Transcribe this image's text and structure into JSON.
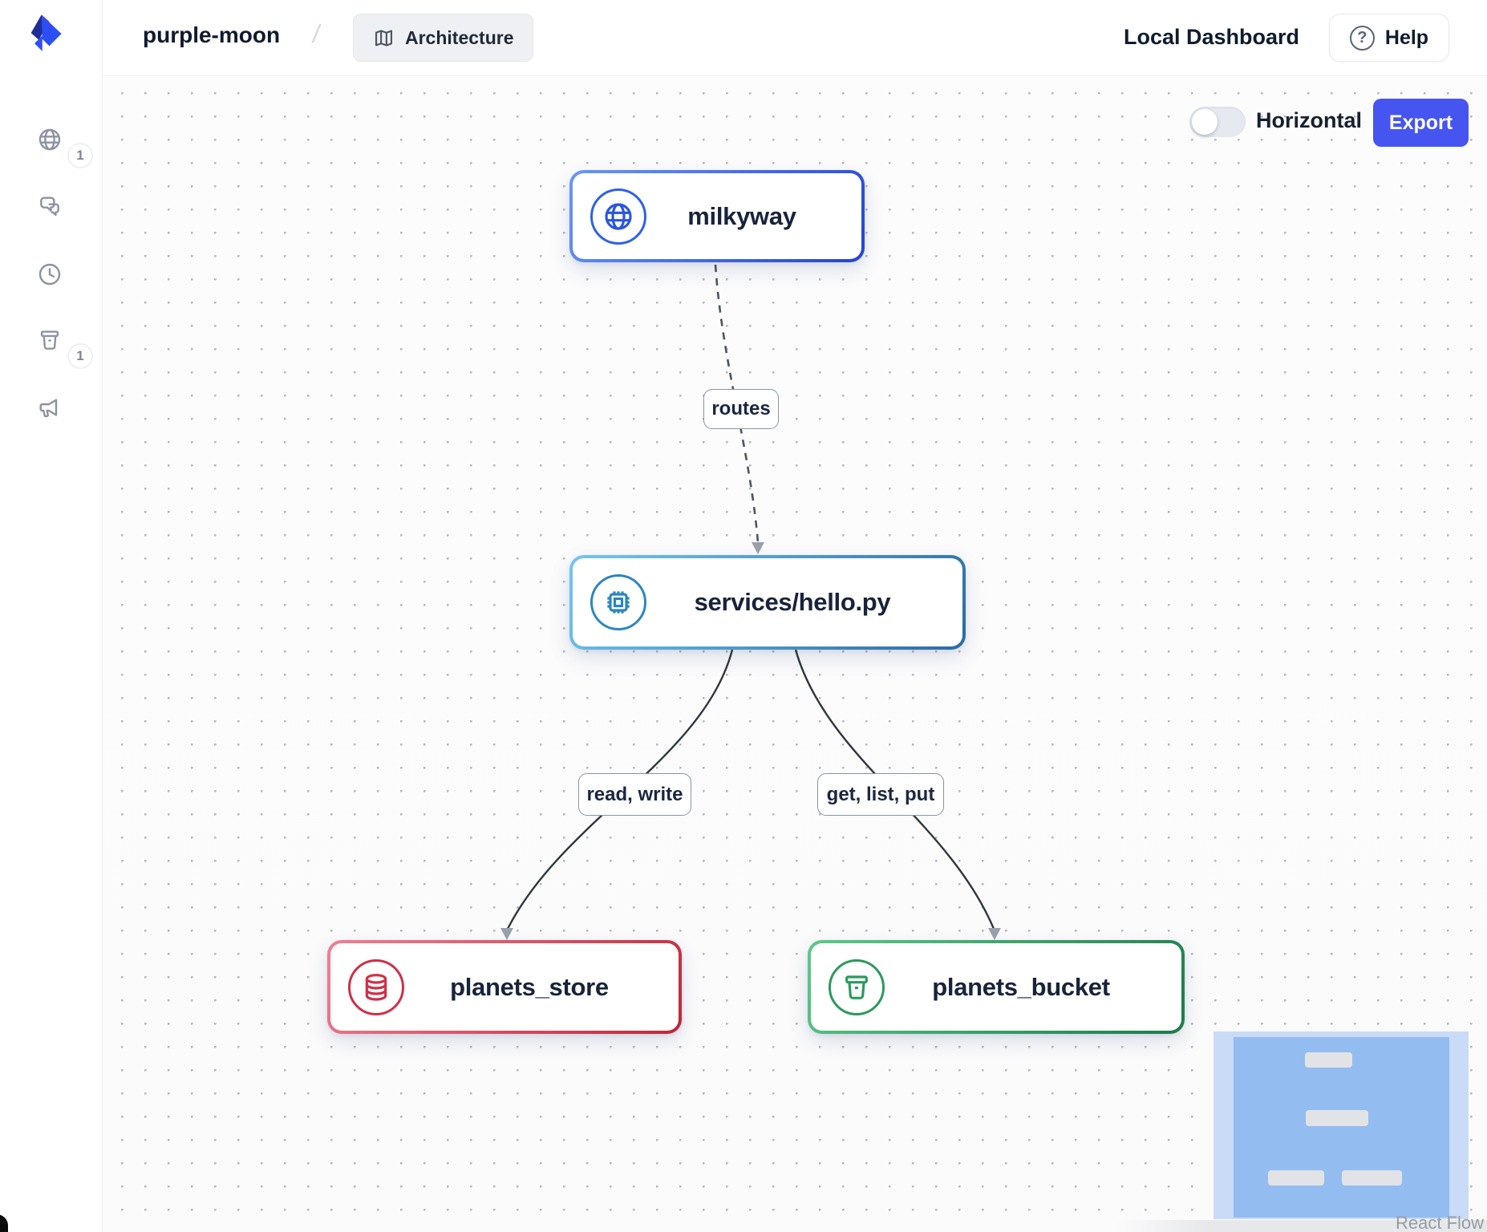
{
  "header": {
    "project_name": "purple-moon",
    "separator": "/",
    "tab": {
      "label": "Architecture",
      "icon": "map-icon"
    },
    "dashboard_label": "Local Dashboard",
    "help": {
      "label": "Help",
      "icon": "question-circle-icon"
    }
  },
  "sidebar": {
    "items": [
      {
        "icon": "globe-icon",
        "badge": "1"
      },
      {
        "icon": "chat-icon",
        "badge": ""
      },
      {
        "icon": "clock-icon",
        "badge": ""
      },
      {
        "icon": "bucket-icon",
        "badge": "1"
      },
      {
        "icon": "megaphone-icon",
        "badge": ""
      }
    ]
  },
  "toolbar": {
    "orientation_label": "Horizontal",
    "toggle_state": "off",
    "export_label": "Export"
  },
  "diagram": {
    "nodes": [
      {
        "id": "milkyway",
        "label": "milkyway",
        "icon": "globe-icon",
        "border_from": "#6a97f7",
        "border_to": "#2443d2",
        "icon_color": "#2a55e0"
      },
      {
        "id": "services",
        "label": "services/hello.py",
        "icon": "cpu-icon",
        "border_from": "#74c7f0",
        "border_to": "#2a6ba4",
        "icon_color": "#2b85c0"
      },
      {
        "id": "planets_store",
        "label": "planets_store",
        "icon": "database-icon",
        "border_from": "#ef8195",
        "border_to": "#bf2638",
        "icon_color": "#cf3048"
      },
      {
        "id": "planets_bucket",
        "label": "planets_bucket",
        "icon": "bucket-icon",
        "border_from": "#5ec98b",
        "border_to": "#1d7a4c",
        "icon_color": "#2a9a5e"
      }
    ],
    "edges": [
      {
        "from": "milkyway",
        "to": "services",
        "label": "routes",
        "style": "dashed"
      },
      {
        "from": "services",
        "to": "planets_store",
        "label": "read, write",
        "style": "solid"
      },
      {
        "from": "services",
        "to": "planets_bucket",
        "label": "get, list, put",
        "style": "solid"
      }
    ],
    "attribution": "React Flow"
  },
  "colors": {
    "accent_export": "#4655f0",
    "edge_stroke": "#30363d",
    "arrowhead": "#99a1ab",
    "minimap_bg": "#c9dbf6",
    "minimap_viewport": "#93bcf1",
    "node_blue": "#2a55e0",
    "node_steel": "#2b85c0",
    "node_red": "#cf3048",
    "node_green": "#2a9a5e"
  }
}
